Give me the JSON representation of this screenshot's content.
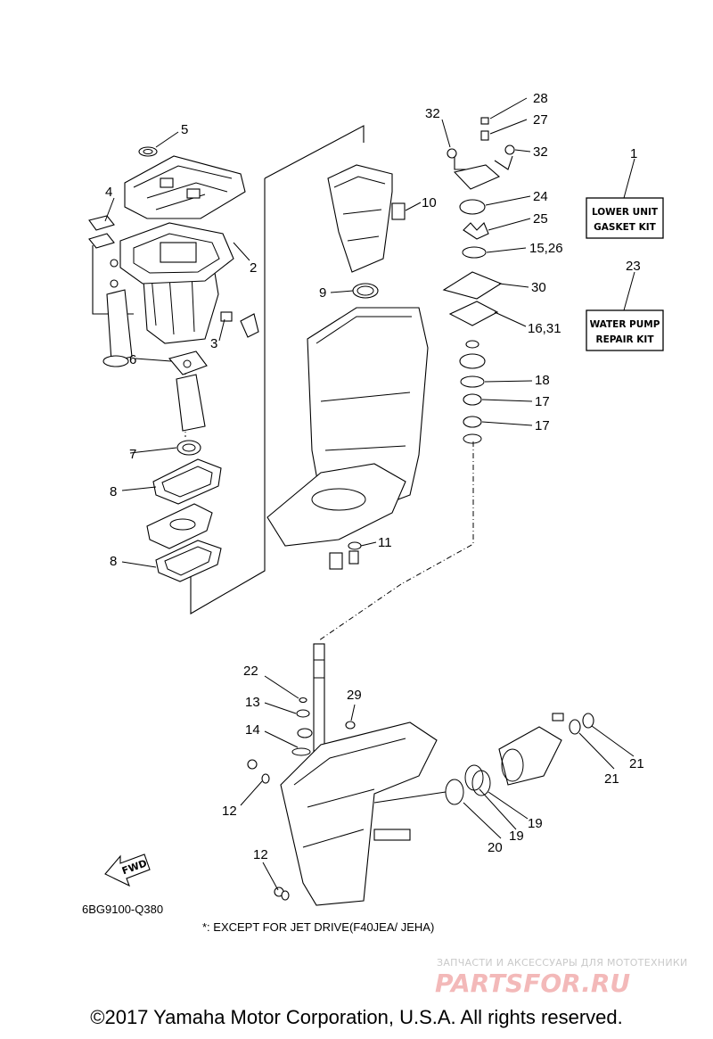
{
  "labels": {
    "l1": "1",
    "l2": "2",
    "l3": "3",
    "l4": "4",
    "l5": "5",
    "l6": "6",
    "l7": "7",
    "l8a": "8",
    "l8b": "8",
    "l9": "9",
    "l10": "10",
    "l11": "11",
    "l12a": "12",
    "l12b": "12",
    "l13": "13",
    "l14": "14",
    "l15_26": "15,26",
    "l16_31": "16,31",
    "l17a": "17",
    "l17b": "17",
    "l18": "18",
    "l19a": "19",
    "l19b": "19",
    "l20": "20",
    "l21a": "21",
    "l21b": "21",
    "l22": "22",
    "l23": "23",
    "l24": "24",
    "l25": "25",
    "l27": "27",
    "l28": "28",
    "l29": "29",
    "l30": "30",
    "l32a": "32",
    "l32b": "32"
  },
  "kits": {
    "lower_unit_line1": "LOWER UNIT",
    "lower_unit_line2": "GASKET KIT",
    "water_pump_line1": "WATER PUMP",
    "water_pump_line2": "REPAIR KIT"
  },
  "fwd_label": "FWD",
  "diagram_code": "6BG9100-Q380",
  "note": "*: EXCEPT FOR JET DRIVE(F40JEA/ JEHA)",
  "watermark": {
    "line1": "ЗАПЧАСТИ И АКСЕССУАРЫ ДЛЯ МОТОТЕХНИКИ",
    "line2": "PARTSFOR.RU"
  },
  "copyright": "©2017 Yamaha Motor Corporation, U.S.A. All rights reserved."
}
